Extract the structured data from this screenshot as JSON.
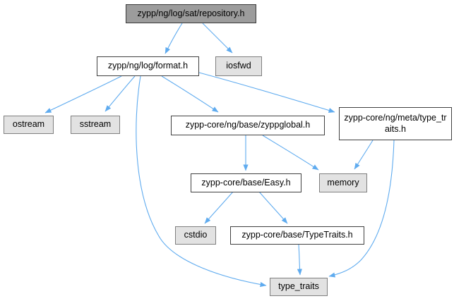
{
  "diagram": {
    "type": "include-dependency-graph",
    "root": "zypp/ng/log/sat/repository.h"
  },
  "colors": {
    "background": "#FFFFFF",
    "text": "#000000",
    "edge": "#5FABEF",
    "node_main_fill": "#9C9C9C",
    "node_main_border": "#3A3A3A",
    "node_file_fill": "#FFFFFF",
    "node_file_border": "#404040",
    "node_system_fill": "#E2E2E2",
    "node_system_border": "#7F7F7F"
  },
  "nodes": [
    {
      "id": "repository",
      "label": "zypp/ng/log/sat/repository.h",
      "kind": "main"
    },
    {
      "id": "format",
      "label": "zypp/ng/log/format.h",
      "kind": "file"
    },
    {
      "id": "iosfwd",
      "label": "iosfwd",
      "kind": "system"
    },
    {
      "id": "ostream",
      "label": "ostream",
      "kind": "system"
    },
    {
      "id": "sstream",
      "label": "sstream",
      "kind": "system"
    },
    {
      "id": "zyppglobal",
      "label": "zypp-core/ng/base/zyppglobal.h",
      "kind": "file"
    },
    {
      "id": "meta_type_traits",
      "label": "zypp-core/ng/meta/type_traits.h",
      "kind": "file"
    },
    {
      "id": "easy",
      "label": "zypp-core/base/Easy.h",
      "kind": "file"
    },
    {
      "id": "memory",
      "label": "memory",
      "kind": "system"
    },
    {
      "id": "cstdio",
      "label": "cstdio",
      "kind": "system"
    },
    {
      "id": "typetraits_h",
      "label": "zypp-core/base/TypeTraits.h",
      "kind": "file"
    },
    {
      "id": "type_traits",
      "label": "type_traits",
      "kind": "system"
    }
  ],
  "edges": [
    {
      "from": "repository",
      "to": "format"
    },
    {
      "from": "repository",
      "to": "iosfwd"
    },
    {
      "from": "format",
      "to": "ostream"
    },
    {
      "from": "format",
      "to": "sstream"
    },
    {
      "from": "format",
      "to": "zyppglobal"
    },
    {
      "from": "format",
      "to": "meta_type_traits"
    },
    {
      "from": "format",
      "to": "type_traits"
    },
    {
      "from": "zyppglobal",
      "to": "easy"
    },
    {
      "from": "zyppglobal",
      "to": "memory"
    },
    {
      "from": "meta_type_traits",
      "to": "memory"
    },
    {
      "from": "meta_type_traits",
      "to": "type_traits"
    },
    {
      "from": "easy",
      "to": "cstdio"
    },
    {
      "from": "easy",
      "to": "typetraits_h"
    },
    {
      "from": "typetraits_h",
      "to": "type_traits"
    }
  ]
}
